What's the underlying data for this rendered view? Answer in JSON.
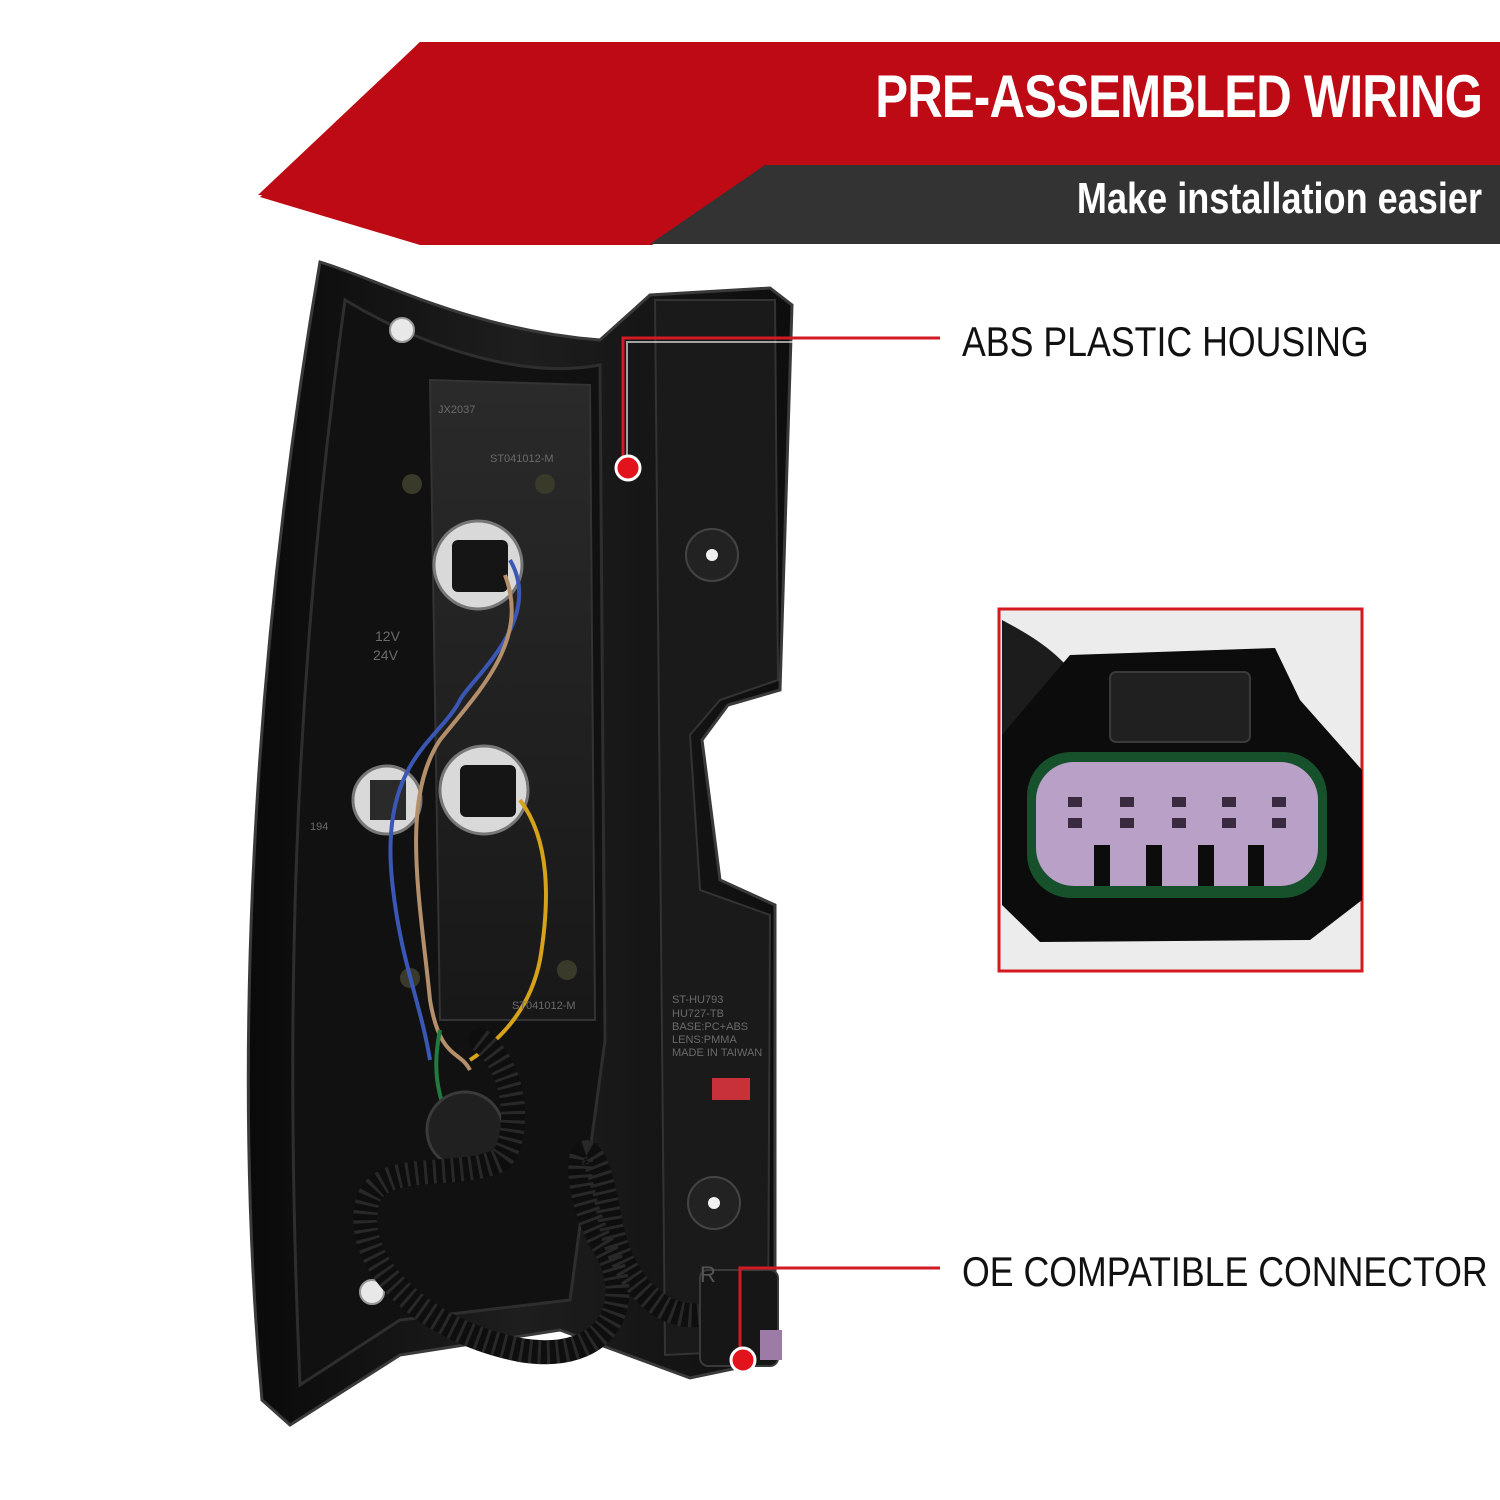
{
  "banner": {
    "title": "PRE-ASSEMBLED WIRING",
    "subtitle": "Make installation easier",
    "colors": {
      "red": "#c0000c",
      "dark": "#333333"
    }
  },
  "callouts": {
    "housing": "ABS PLASTIC HOUSING",
    "connector": "OE COMPATIBLE CONNECTOR"
  },
  "part_markings": {
    "mold_code": "JX2037",
    "part_top": "ST041012-M",
    "part_bottom": "ST041012-M",
    "voltage_12": "12V",
    "voltage_24": "24V",
    "bulb_194": "194",
    "spec_lines": [
      "ST-HU793",
      "HU727-TB",
      "BASE:PC+ABS",
      "LENS:PMMA",
      "MADE IN TAIWAN"
    ],
    "side": "R"
  },
  "colors": {
    "accent_red": "#d0101a",
    "housing": "#141414"
  }
}
